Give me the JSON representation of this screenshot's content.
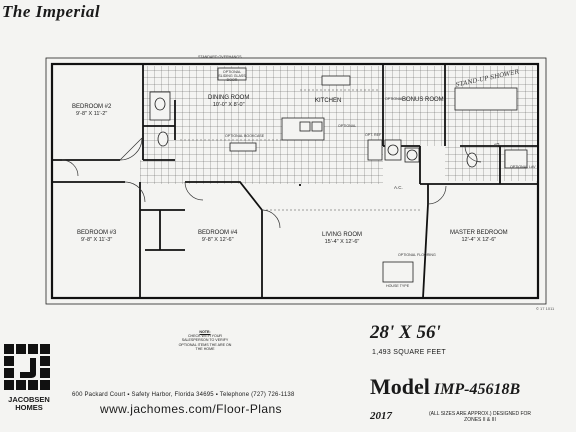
{
  "title": "The Imperial",
  "corner_note": "© 17 1011",
  "plan": {
    "overhang_label": "STANDARD OVERHANGS",
    "rooms": {
      "bedroom2": {
        "name": "BEDROOM #2",
        "dims": "9'-8\" X 11'-2\""
      },
      "dining": {
        "name": "DINING ROOM",
        "dims": "10'-0\" X 8'-0\""
      },
      "kitchen": {
        "name": "KITCHEN"
      },
      "bonus": {
        "name": "BONUS ROOM"
      },
      "bedroom3": {
        "name": "BEDROOM #3",
        "dims": "9'-8\" X 11'-3\""
      },
      "bedroom4": {
        "name": "BEDROOM #4",
        "dims": "9'-8\" X 12'-6\""
      },
      "living": {
        "name": "LIVING ROOM",
        "dims": "15'-4\" X 12'-6\""
      },
      "master": {
        "name": "MASTER BEDROOM",
        "dims": "12'-4\" X 12'-6\""
      }
    },
    "small_labels": {
      "glass_door": "OPTIONAL SLIDING GLASS DOOR",
      "bookcase": "OPTIONAL BOOKCASE",
      "ref": "OPT. REF",
      "optional_w": "OPTIONAL",
      "optional_d": "OPTIONAL",
      "ac": "A.C.",
      "flooring": "OPTIONAL FLOORING",
      "hvac": "HOUSE TYPE",
      "bath2": "#2",
      "opt_lav": "OPTIONAL LAV"
    },
    "hand_note": "STAND-UP SHOWER"
  },
  "logo": {
    "line1": "JACOBSEN",
    "line2": "HOMES"
  },
  "note": {
    "heading": "NOTE:",
    "body": "CHECK WITH YOUR SALESPERSON TO VERIFY OPTIONAL ITEMS THE ARE ON THE HOME"
  },
  "address": "600 Packard Court ▪ Safety Harbor, Florida 34695 ▪ Telephone (727) 726-1138",
  "website": "www.jachomes.com/Floor-Plans",
  "size": "28' X 56'",
  "sqft": "1,493 SQUARE FEET",
  "model": {
    "prefix": "Model",
    "number": "IMP-45618B"
  },
  "year": "2017",
  "approx": "(ALL SIZES ARE APPROX.) DESIGNED FOR ZONES II & III"
}
